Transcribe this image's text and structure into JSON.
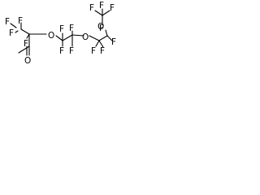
{
  "structure": {
    "atoms": {
      "f1": "F",
      "f2": "F",
      "f3": "F",
      "f4": "F",
      "o_ketone": "O",
      "f5": "F",
      "o1": "O",
      "f6": "F",
      "f7": "F",
      "o2": "O",
      "f8": "F",
      "f9": "F",
      "f10": "F",
      "f11": "F",
      "f12": "F",
      "o3": "O",
      "f13": "F",
      "f14": "F",
      "f15": "F"
    }
  }
}
